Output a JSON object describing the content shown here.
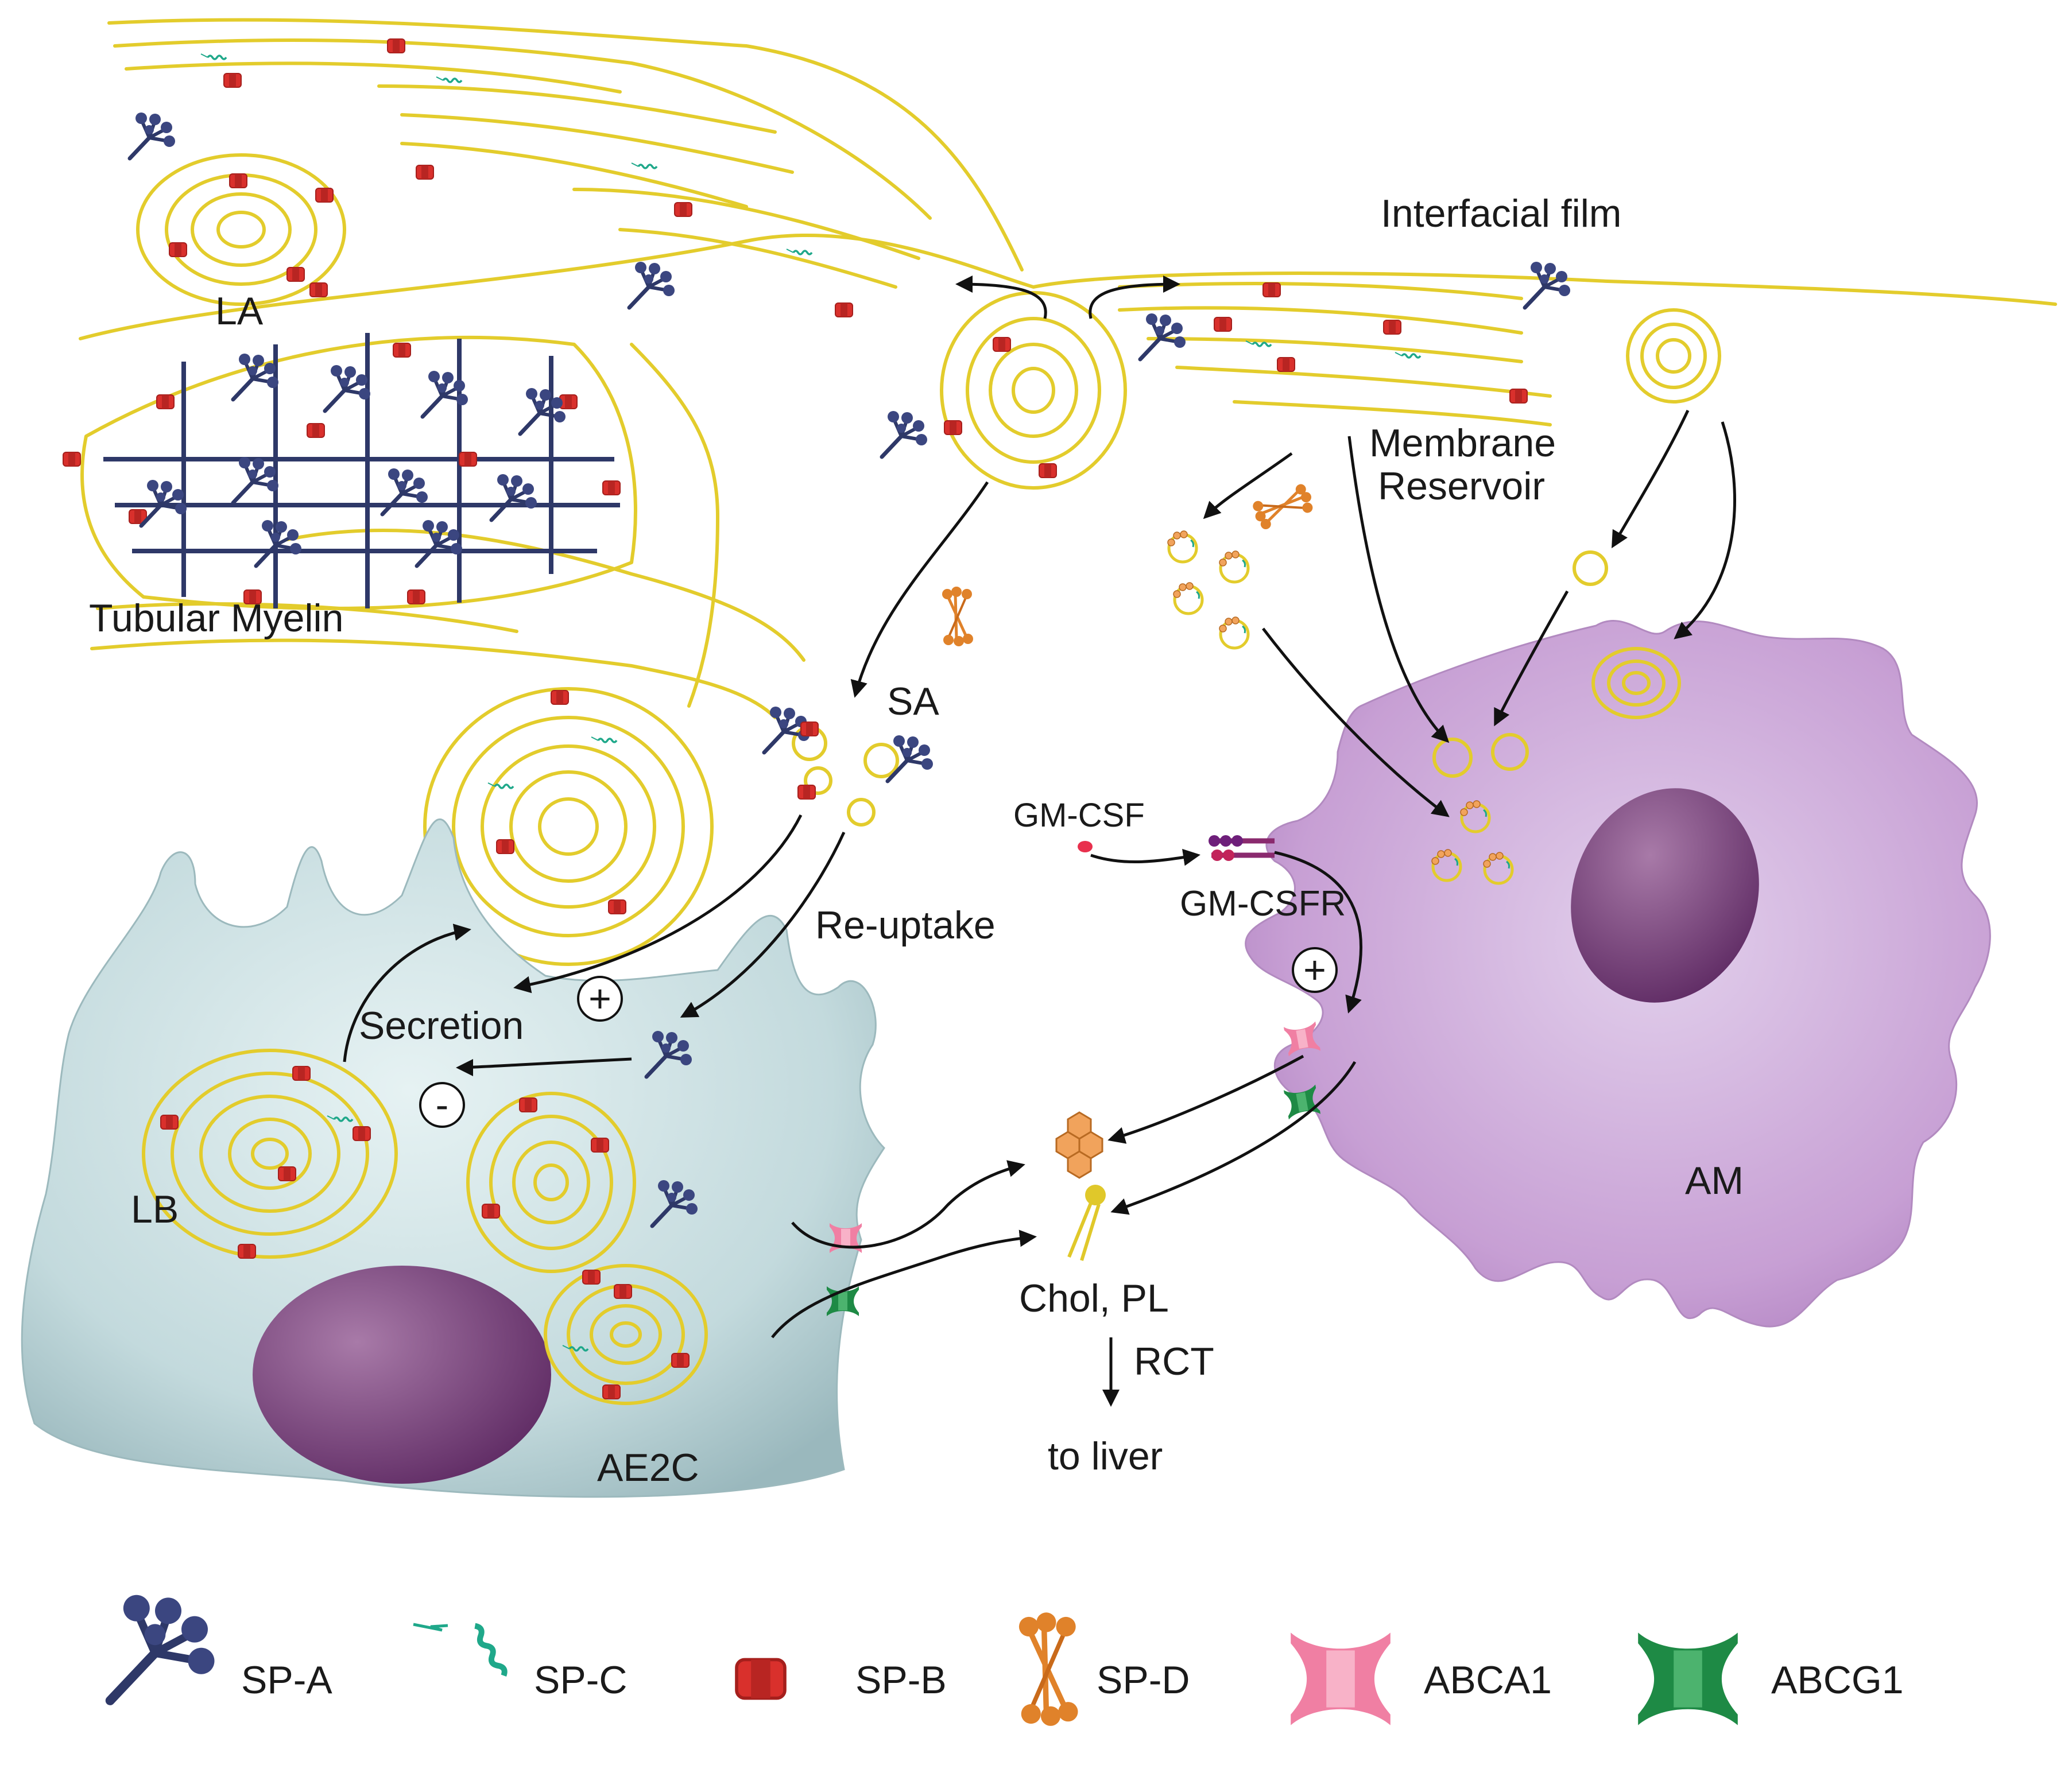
{
  "labels": {
    "la": "LA",
    "tubular_myelin": "Tubular Myelin",
    "interfacial_film": "Interfacial film",
    "membrane_reservoir_1": "Membrane",
    "membrane_reservoir_2": "Reservoir",
    "sa": "SA",
    "gm_csf": "GM-CSF",
    "gm_csfr": "GM-CSFR",
    "re_uptake": "Re-uptake",
    "secretion": "Secretion",
    "plus": "+",
    "minus": "-",
    "lb": "LB",
    "ae2c": "AE2C",
    "am": "AM",
    "chol_pl": "Chol, PL",
    "rct": "RCT",
    "to_liver": "to liver"
  },
  "legend": [
    {
      "icon": "sp-a-icon",
      "label": "SP-A"
    },
    {
      "icon": "sp-c-icon",
      "label": "SP-C"
    },
    {
      "icon": "sp-b-icon",
      "label": "SP-B"
    },
    {
      "icon": "sp-d-icon",
      "label": "SP-D"
    },
    {
      "icon": "abca1-icon",
      "label": "ABCA1"
    },
    {
      "icon": "abcg1-icon",
      "label": "ABCG1"
    }
  ],
  "colors": {
    "membrane": "#e3cc2c",
    "sp_a": "#2e3868",
    "sp_b": "#d9302c",
    "sp_c": "#1fa88a",
    "sp_d": "#e0822a",
    "abca1": "#f07fa3",
    "abcg1": "#1e8a45",
    "ae2c_cell": "#c9dfe2",
    "am_cell": "#c9a3d6",
    "nucleus": "#7a3f80"
  }
}
